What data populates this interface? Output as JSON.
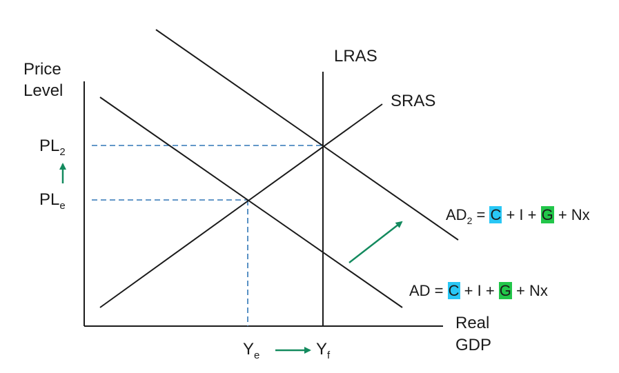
{
  "axes": {
    "y_label_line1": "Price",
    "y_label_line2": "Level",
    "x_label_line1": "Real",
    "x_label_line2": "GDP"
  },
  "curves": {
    "lras": "LRAS",
    "sras": "SRAS"
  },
  "price_levels": {
    "pl2_main": "PL",
    "pl2_sub": "2",
    "ple_main": "PL",
    "ple_sub": "e"
  },
  "output_levels": {
    "ye_main": "Y",
    "ye_sub": "e",
    "yf_main": "Y",
    "yf_sub": "f"
  },
  "ad_labels": {
    "ad2": {
      "prefix_main": "AD",
      "prefix_sub": "2",
      "equals": " = ",
      "c": "C",
      "plus_i": " + I + ",
      "g": "G",
      "plus_nx": " + Nx"
    },
    "ad": {
      "prefix_main": "AD",
      "equals": " = ",
      "c": "C",
      "plus_i": " + I + ",
      "g": "G",
      "plus_nx": " + Nx"
    }
  },
  "colors": {
    "line": "#1a1a1a",
    "dashed_guide": "#2e75b6",
    "arrow": "#138a5e",
    "highlight_c": "#29c7f5",
    "highlight_g": "#22c64a"
  }
}
